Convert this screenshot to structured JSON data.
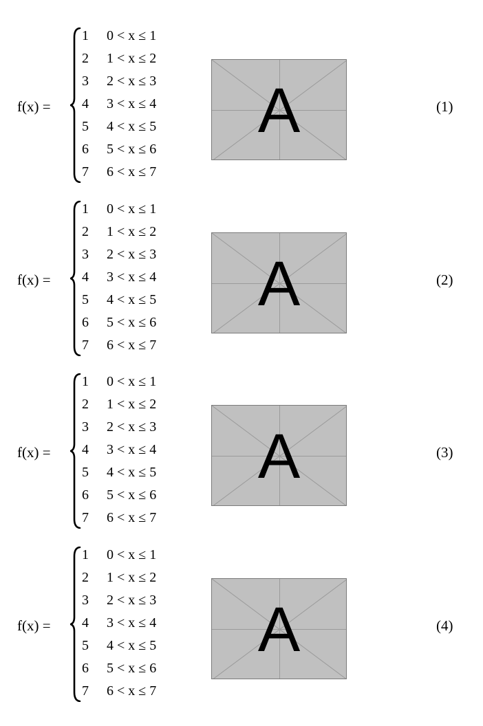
{
  "equations": [
    {
      "lhs": "f(x) =",
      "cases": [
        {
          "value": "1",
          "condition": "0 < x ≤ 1"
        },
        {
          "value": "2",
          "condition": "1 < x ≤ 2"
        },
        {
          "value": "3",
          "condition": "2 < x ≤ 3"
        },
        {
          "value": "4",
          "condition": "3 < x ≤ 4"
        },
        {
          "value": "5",
          "condition": "4 < x ≤ 5"
        },
        {
          "value": "6",
          "condition": "5 < x ≤ 6"
        },
        {
          "value": "7",
          "condition": "6 < x ≤ 7"
        }
      ],
      "image_letter": "A",
      "number": "(1)"
    },
    {
      "lhs": "f(x) =",
      "cases": [
        {
          "value": "1",
          "condition": "0 < x ≤ 1"
        },
        {
          "value": "2",
          "condition": "1 < x ≤ 2"
        },
        {
          "value": "3",
          "condition": "2 < x ≤ 3"
        },
        {
          "value": "4",
          "condition": "3 < x ≤ 4"
        },
        {
          "value": "5",
          "condition": "4 < x ≤ 5"
        },
        {
          "value": "6",
          "condition": "5 < x ≤ 6"
        },
        {
          "value": "7",
          "condition": "6 < x ≤ 7"
        }
      ],
      "image_letter": "A",
      "number": "(2)"
    },
    {
      "lhs": "f(x) =",
      "cases": [
        {
          "value": "1",
          "condition": "0 < x ≤ 1"
        },
        {
          "value": "2",
          "condition": "1 < x ≤ 2"
        },
        {
          "value": "3",
          "condition": "2 < x ≤ 3"
        },
        {
          "value": "4",
          "condition": "3 < x ≤ 4"
        },
        {
          "value": "5",
          "condition": "4 < x ≤ 5"
        },
        {
          "value": "6",
          "condition": "5 < x ≤ 6"
        },
        {
          "value": "7",
          "condition": "6 < x ≤ 7"
        }
      ],
      "image_letter": "A",
      "number": "(3)"
    },
    {
      "lhs": "f(x) =",
      "cases": [
        {
          "value": "1",
          "condition": "0 < x ≤ 1"
        },
        {
          "value": "2",
          "condition": "1 < x ≤ 2"
        },
        {
          "value": "3",
          "condition": "2 < x ≤ 3"
        },
        {
          "value": "4",
          "condition": "3 < x ≤ 4"
        },
        {
          "value": "5",
          "condition": "4 < x ≤ 5"
        },
        {
          "value": "6",
          "condition": "5 < x ≤ 6"
        },
        {
          "value": "7",
          "condition": "6 < x ≤ 7"
        }
      ],
      "image_letter": "A",
      "number": "(4)"
    }
  ]
}
